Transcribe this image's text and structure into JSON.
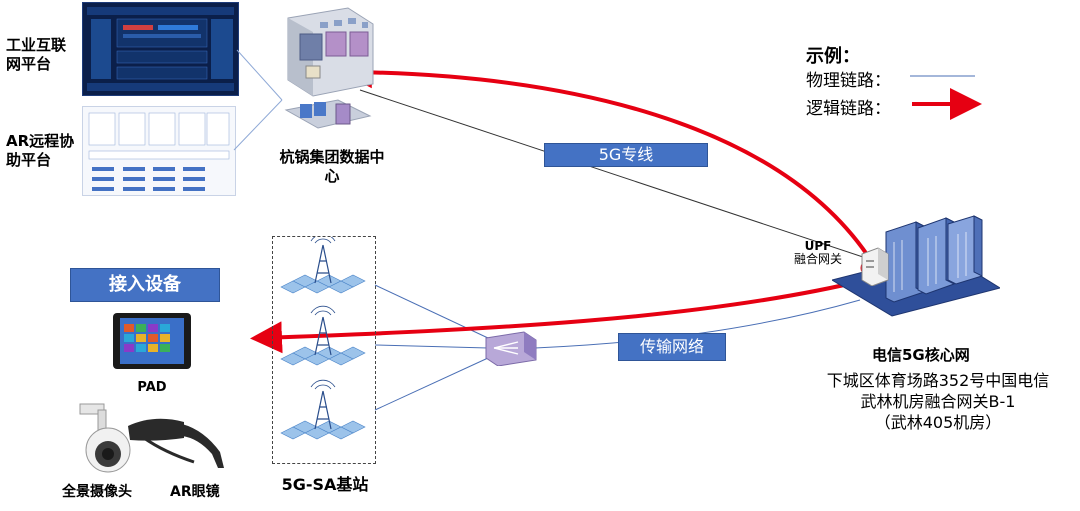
{
  "platforms": {
    "industrial": "工业互联网平台",
    "ar_remote": "AR远程协助平台"
  },
  "datacenter": {
    "label": "杭锅集团数据中心"
  },
  "legend": {
    "title": "示例：",
    "physical": "物理链路：",
    "logical": "逻辑链路："
  },
  "links": {
    "dedicated_5g": "5G专线",
    "transport": "传输网络"
  },
  "upf": {
    "line1": "UPF",
    "line2": "融合网关"
  },
  "core": {
    "title": "电信5G核心网",
    "addr1": "下城区体育场路352号中国电信",
    "addr2": "武林机房融合网关B-1",
    "addr3": "（武林405机房）"
  },
  "access": {
    "title": "接入设备",
    "pad": "PAD",
    "camera": "全景摄像头",
    "ar_glasses": "AR眼镜"
  },
  "base_station": {
    "label": "5G-SA基站"
  },
  "colors": {
    "accent": "#4472c4",
    "logical_link": "#e60012",
    "physical_link": "#4a6fb5"
  }
}
